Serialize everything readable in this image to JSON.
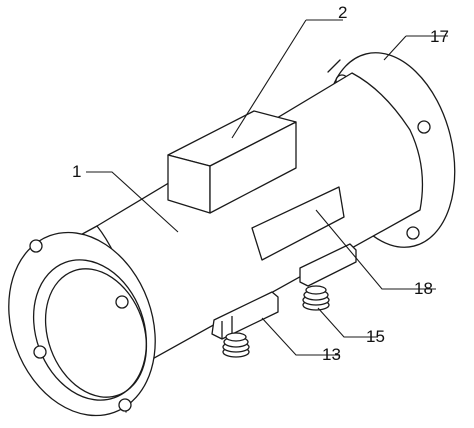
{
  "labels": {
    "pipe_body": "1",
    "top_box": "2",
    "support_foot": "13",
    "spring": "15",
    "flange_right": "17",
    "side_plate": "18"
  }
}
